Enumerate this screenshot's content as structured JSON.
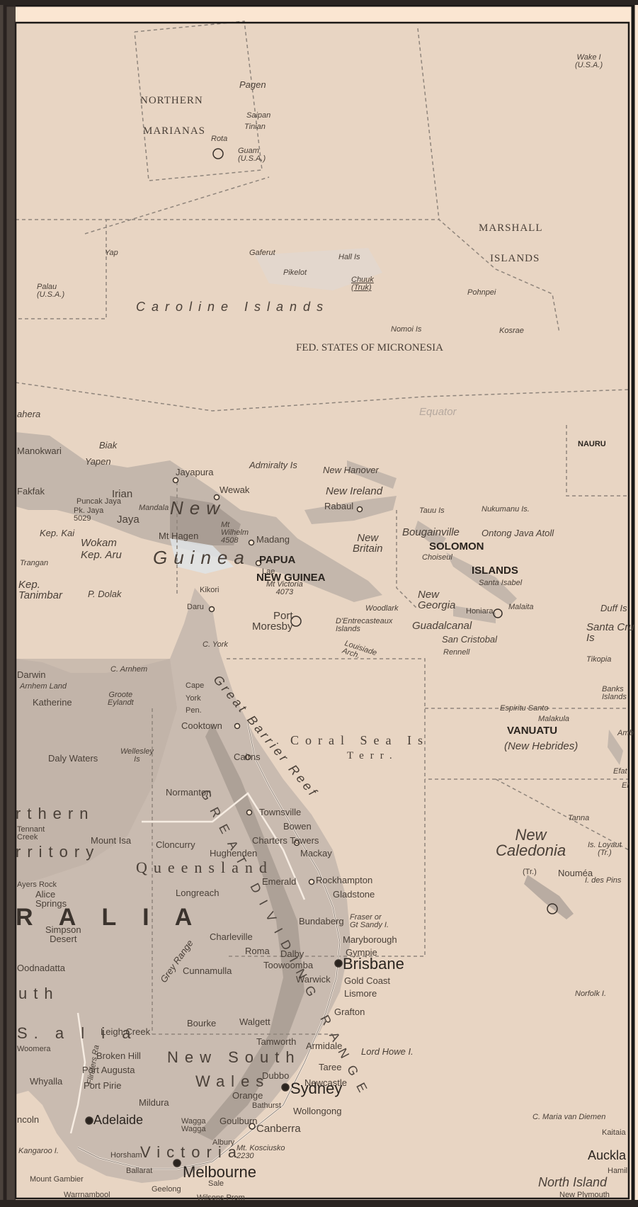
{
  "colors": {
    "paper": "#fbe6d2",
    "sea": "#e8d5c3",
    "land_low": "#cbbdb2",
    "land_high": "#b0a59c",
    "water_light": "#dfe4e6",
    "frame": "#1b1816",
    "border": "#8f857c",
    "text": "#4a4038"
  },
  "regions": {
    "northern_marianas": [
      "NORTHERN",
      "MARIANAS"
    ],
    "marshall_islands": [
      "MARSHALL",
      "ISLANDS"
    ],
    "micronesia": "FED. STATES OF MICRONESIA",
    "caroline": "Caroline Islands",
    "nauru": "NAURU",
    "papua_new_guinea": [
      "PAPUA",
      "NEW GUINEA"
    ],
    "new_guinea": [
      "New",
      "Guinea"
    ],
    "solomon_islands": [
      "SOLOMON",
      "ISLANDS"
    ],
    "vanuatu": "VANUATU",
    "new_hebrides": "(New Hebrides)",
    "new_caledonia": [
      "New",
      "Caledonia"
    ],
    "new_caledonia_tr": "(Tr.)",
    "coral_sea": [
      "Coral Sea Is",
      "Terr."
    ],
    "queensland": "Queensland",
    "new_south_wales": [
      "New South",
      "Wales"
    ],
    "victoria": "Victoria",
    "northern_territory": [
      "rthern",
      "rritory"
    ],
    "australia_fragment": "R A L I A",
    "south_australia": [
      "uth",
      "S. a l i a"
    ],
    "irian_jaya": [
      "Irian",
      "Jaya"
    ]
  },
  "places": {
    "wake": [
      "Wake I",
      "(U.S.A.)"
    ],
    "pagen": "Pagen",
    "saipan": "Saipan",
    "tinian": "Tinian",
    "rota": "Rota",
    "guam": [
      "Guam",
      "(U.S.A.)"
    ],
    "yap": "Yap",
    "gaferut": "Gaferut",
    "hall": "Hall Is",
    "pikelot": "Pikelot",
    "chuuk": [
      "Chuuk",
      "(Truk)"
    ],
    "pohnpei": "Pohnpei",
    "palau": [
      "Palau",
      "(U.S.A.)"
    ],
    "nomoi": "Nomoi Is",
    "kosrae": "Kosrae",
    "equator": "Equator",
    "halmahera": "ahera",
    "manokwari": "Manokwari",
    "biak": "Biak",
    "yapen": "Yapen",
    "fakfak": "Fakfak",
    "admiralty": "Admiralty Is",
    "new_hanover": "New Hanover",
    "jayapura": "Jayapura",
    "wewak": "Wewak",
    "new_ireland": "New Ireland",
    "rabaul": "Rabaul",
    "tauu": "Tauu Is",
    "nukumanu": "Nukumanu Is.",
    "puncak": "Puncak Jaya",
    "mandala": "Mandala",
    "pk_jaya": [
      "Pk. Jaya",
      "5029"
    ],
    "mt_wilhelm": [
      "Mt",
      "Wilhelm",
      "4508"
    ],
    "madang": "Madang",
    "mt_hagen": "Mt Hagen",
    "lae": "Lae",
    "new_britain": [
      "New",
      "Britain"
    ],
    "bougainville": "Bougainville",
    "ontong_java": "Ontong Java Atoll",
    "kep_kai": "Kep. Kai",
    "wokam": "Wokam",
    "kep_aru": "Kep. Aru",
    "trangan": "Trangan",
    "choiseul": "Choiseul",
    "santa_isabel": "Santa Isabel",
    "kikori": "Kikori",
    "kep_tanimbar": [
      "Kep.",
      "Tanimbar"
    ],
    "p_dolak": "P. Dolak",
    "mt_victoria": [
      "Mt Victoria",
      "4073"
    ],
    "new_georgia": [
      "New",
      "Georgia"
    ],
    "woodlark": "Woodlark",
    "malaita": "Malaita",
    "daru": "Daru",
    "port_moresby": [
      "Port",
      "Moresby"
    ],
    "dentrecasteaux": [
      "D'Entrecasteaux",
      "Islands"
    ],
    "honiara": "Honiara",
    "guadalcanal": "Guadalcanal",
    "duff": "Duff Is",
    "santa_cruz": [
      "Santa Cru",
      "Is"
    ],
    "san_cristobal": "San Cristobal",
    "rennell": "Rennell",
    "c_york": "C. York",
    "louisiade": [
      "Louisiade",
      "Arch."
    ],
    "tikopia": "Tikopia",
    "darwin": "Darwin",
    "c_arnhem": "C. Arnhem",
    "arnhem_land": "Arnhem Land",
    "banks": [
      "Banks",
      "Islands"
    ],
    "katherine": "Katherine",
    "groote": [
      "Groote",
      "Eylandt"
    ],
    "cape_york_pen": [
      "Cape",
      "York",
      "Pen."
    ],
    "espiritu_santo": "Espiritu Santo",
    "malakula": "Malakula",
    "ambrym": "Amb",
    "cooktown": "Cooktown",
    "great_barrier_reef": "Great Barrier Reef",
    "daly_waters": "Daly Waters",
    "wellesley": [
      "Wellesley",
      "Is"
    ],
    "cairns": "Cairns",
    "efate": "Efat",
    "erromango": "Er",
    "normanton": "Normanton",
    "great_dividing": "GREAT DIVIDING RANGE",
    "tanna": "Tanna",
    "townsville": "Townsville",
    "bowen": "Bowen",
    "tennant": [
      "Tennant",
      "Creek"
    ],
    "mount_isa": "Mount Isa",
    "cloncurry": "Cloncurry",
    "charters_towers": "Charters Towers",
    "hughenden": "Hughenden",
    "mackay": "Mackay",
    "loyalty": [
      "Is. Loyaut",
      "(Tr.)"
    ],
    "noumea": "Nouméa",
    "i_des_pins": "I. des Pins",
    "emerald": "Emerald",
    "rockhampton": "Rockhampton",
    "alice_springs": [
      "Alice",
      "Springs"
    ],
    "ayers_rock": "Ayers Rock",
    "longreach": "Longreach",
    "gladstone": "Gladstone",
    "bundaberg": "Bundaberg",
    "fraser": [
      "Fraser or",
      "Gt Sandy I."
    ],
    "simpson": [
      "Simpson",
      "Desert"
    ],
    "maryborough": "Maryborough",
    "charleville": "Charleville",
    "gympie": "Gympie",
    "roma": "Roma",
    "dalby": "Dalby",
    "grey_range": "Grey Range",
    "toowoomba": "Toowoomba",
    "brisbane": "Brisbane",
    "oodnadatta": "Oodnadatta",
    "cunnamulla": "Cunnamulla",
    "warwick": "Warwick",
    "gold_coast": "Gold Coast",
    "lismore": "Lismore",
    "norfolk": "Norfolk I.",
    "grafton": "Grafton",
    "bourke": "Bourke",
    "walgett": "Walgett",
    "leigh_creek": "Leigh Creek",
    "flinders": "Flinders Ra",
    "woomera": "Woomera",
    "tamworth": "Tamworth",
    "armidale": "Armidale",
    "broken_hill": "Broken Hill",
    "lord_howe": "Lord Howe I.",
    "taree": "Taree",
    "port_augusta": "Port Augusta",
    "dubbo": "Dubbo",
    "whyalla": "Whyalla",
    "port_pirie": "Port Pirie",
    "newcastle": "Newcastle",
    "orange": "Orange",
    "bathurst": "Bathurst",
    "mildura": "Mildura",
    "sydney": "Sydney",
    "lincoln": "ncoln",
    "adelaide": "Adelaide",
    "goulburn": "Goulburn",
    "wollongong": "Wollongong",
    "c_maria": "C. Maria van Diemen",
    "wagga": [
      "Wagga",
      "Wagga"
    ],
    "canberra": "Canberra",
    "kaitaia": "Kaitaia",
    "albury": "Albury",
    "kangaroo": "Kangaroo I.",
    "horsham": "Horsham",
    "mt_kosciusko": [
      "Mt. Kosciusko",
      "2230"
    ],
    "auckland": "Auckla",
    "hamilton": "Hamil",
    "melbourne": "Melbourne",
    "mount_gambier": "Mount Gambier",
    "ballarat": "Ballarat",
    "north_island": "North Island",
    "warrnambool": "Warrnambool",
    "geelong": "Geelong",
    "sale": "Sale",
    "wilsons": "Wilsons Prom",
    "new_plymouth": "New Plymouth"
  }
}
